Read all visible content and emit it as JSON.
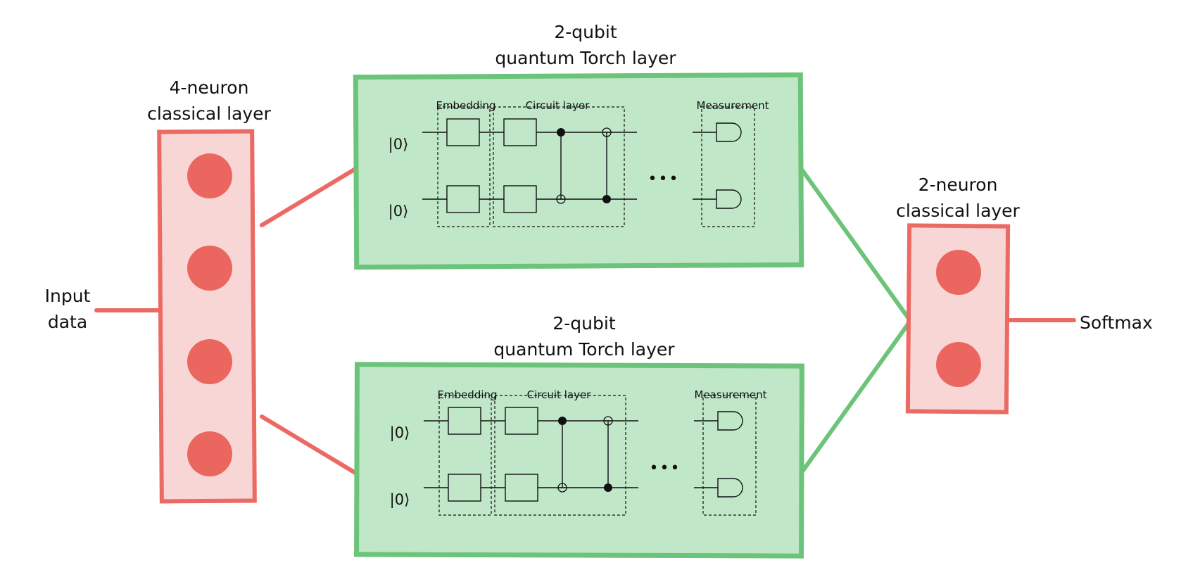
{
  "colors": {
    "classical_stroke": "#ec6a64",
    "classical_fill": "#f8d6d6",
    "neuron_fill": "#ec6660",
    "quantum_stroke": "#6cc37a",
    "quantum_fill": "#bfe7c8",
    "connection_red": "#ec6a64",
    "connection_green": "#6cc37a",
    "ink": "#111111"
  },
  "input": {
    "line1": "Input",
    "line2": "data"
  },
  "classical_layer_1": {
    "title_line1": "4-neuron",
    "title_line2": "classical layer",
    "neurons": 4
  },
  "quantum_layer_top": {
    "title_line1": "2-qubit",
    "title_line2": "quantum Torch layer",
    "embedding_label": "Embedding",
    "circuit_label": "Circuit layer",
    "measurement_label": "Measurement",
    "qubit_state": "|0⟩",
    "ellipsis": "•••"
  },
  "quantum_layer_bottom": {
    "title_line1": "2-qubit",
    "title_line2": "quantum Torch layer",
    "embedding_label": "Embedding",
    "circuit_label": "Circuit layer",
    "measurement_label": "Measurement",
    "qubit_state": "|0⟩",
    "ellipsis": "•••"
  },
  "classical_layer_2": {
    "title_line1": "2-neuron",
    "title_line2": "classical layer",
    "neurons": 2
  },
  "output": {
    "label": "Softmax"
  }
}
